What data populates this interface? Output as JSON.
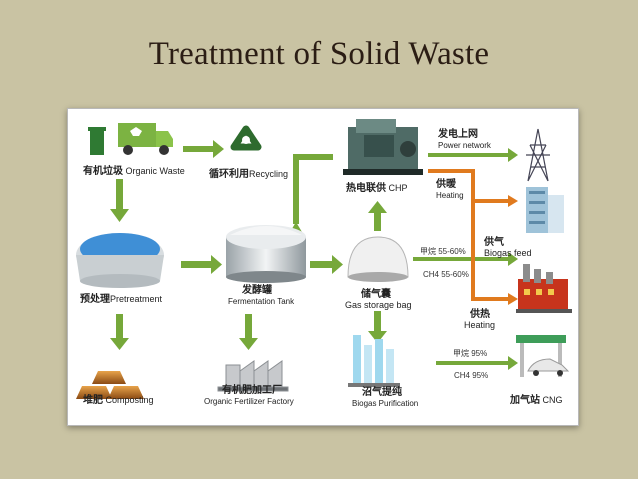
{
  "title": "Treatment of Solid Waste",
  "nodes": {
    "organic_waste": {
      "cn": "有机垃圾",
      "en": "Organic Waste"
    },
    "recycling": {
      "cn": "循环利用",
      "en": "Recycling"
    },
    "chp": {
      "cn": "热电联供",
      "en": "CHP"
    },
    "power_network": {
      "cn": "发电上网",
      "en": "Power network"
    },
    "heating_top": {
      "cn": "供暖",
      "en": "Heating"
    },
    "pretreatment": {
      "cn": "预处理",
      "en": "Pretreatment"
    },
    "fermentation": {
      "cn": "发酵罐",
      "en": "Fermentation Tank"
    },
    "gas_bag": {
      "cn": "储气囊",
      "en": "Gas storage bag"
    },
    "biogas_feed": {
      "cn": "供气",
      "en": "Biogas feed"
    },
    "heating_bottom": {
      "cn": "供热",
      "en": "Heating"
    },
    "composting": {
      "cn": "堆肥",
      "en": "Composting"
    },
    "fertilizer": {
      "cn": "有机肥加工厂",
      "en": "Organic Fertilizer Factory"
    },
    "purification": {
      "cn": "沼气提纯",
      "en": "Biogas Purification"
    },
    "cng": {
      "cn": "加气站",
      "en": "CNG"
    }
  },
  "gas_labels": {
    "methane_55": "甲烷 55-60%",
    "ch4_55": "CH4 55-60%",
    "methane_95": "甲烷 95%",
    "ch4_95": "CH4 95%"
  },
  "colors": {
    "arrow_green": "#76a83a",
    "arrow_orange": "#e07a1e",
    "background": "#c9c3a3",
    "title": "#2b1d14"
  }
}
